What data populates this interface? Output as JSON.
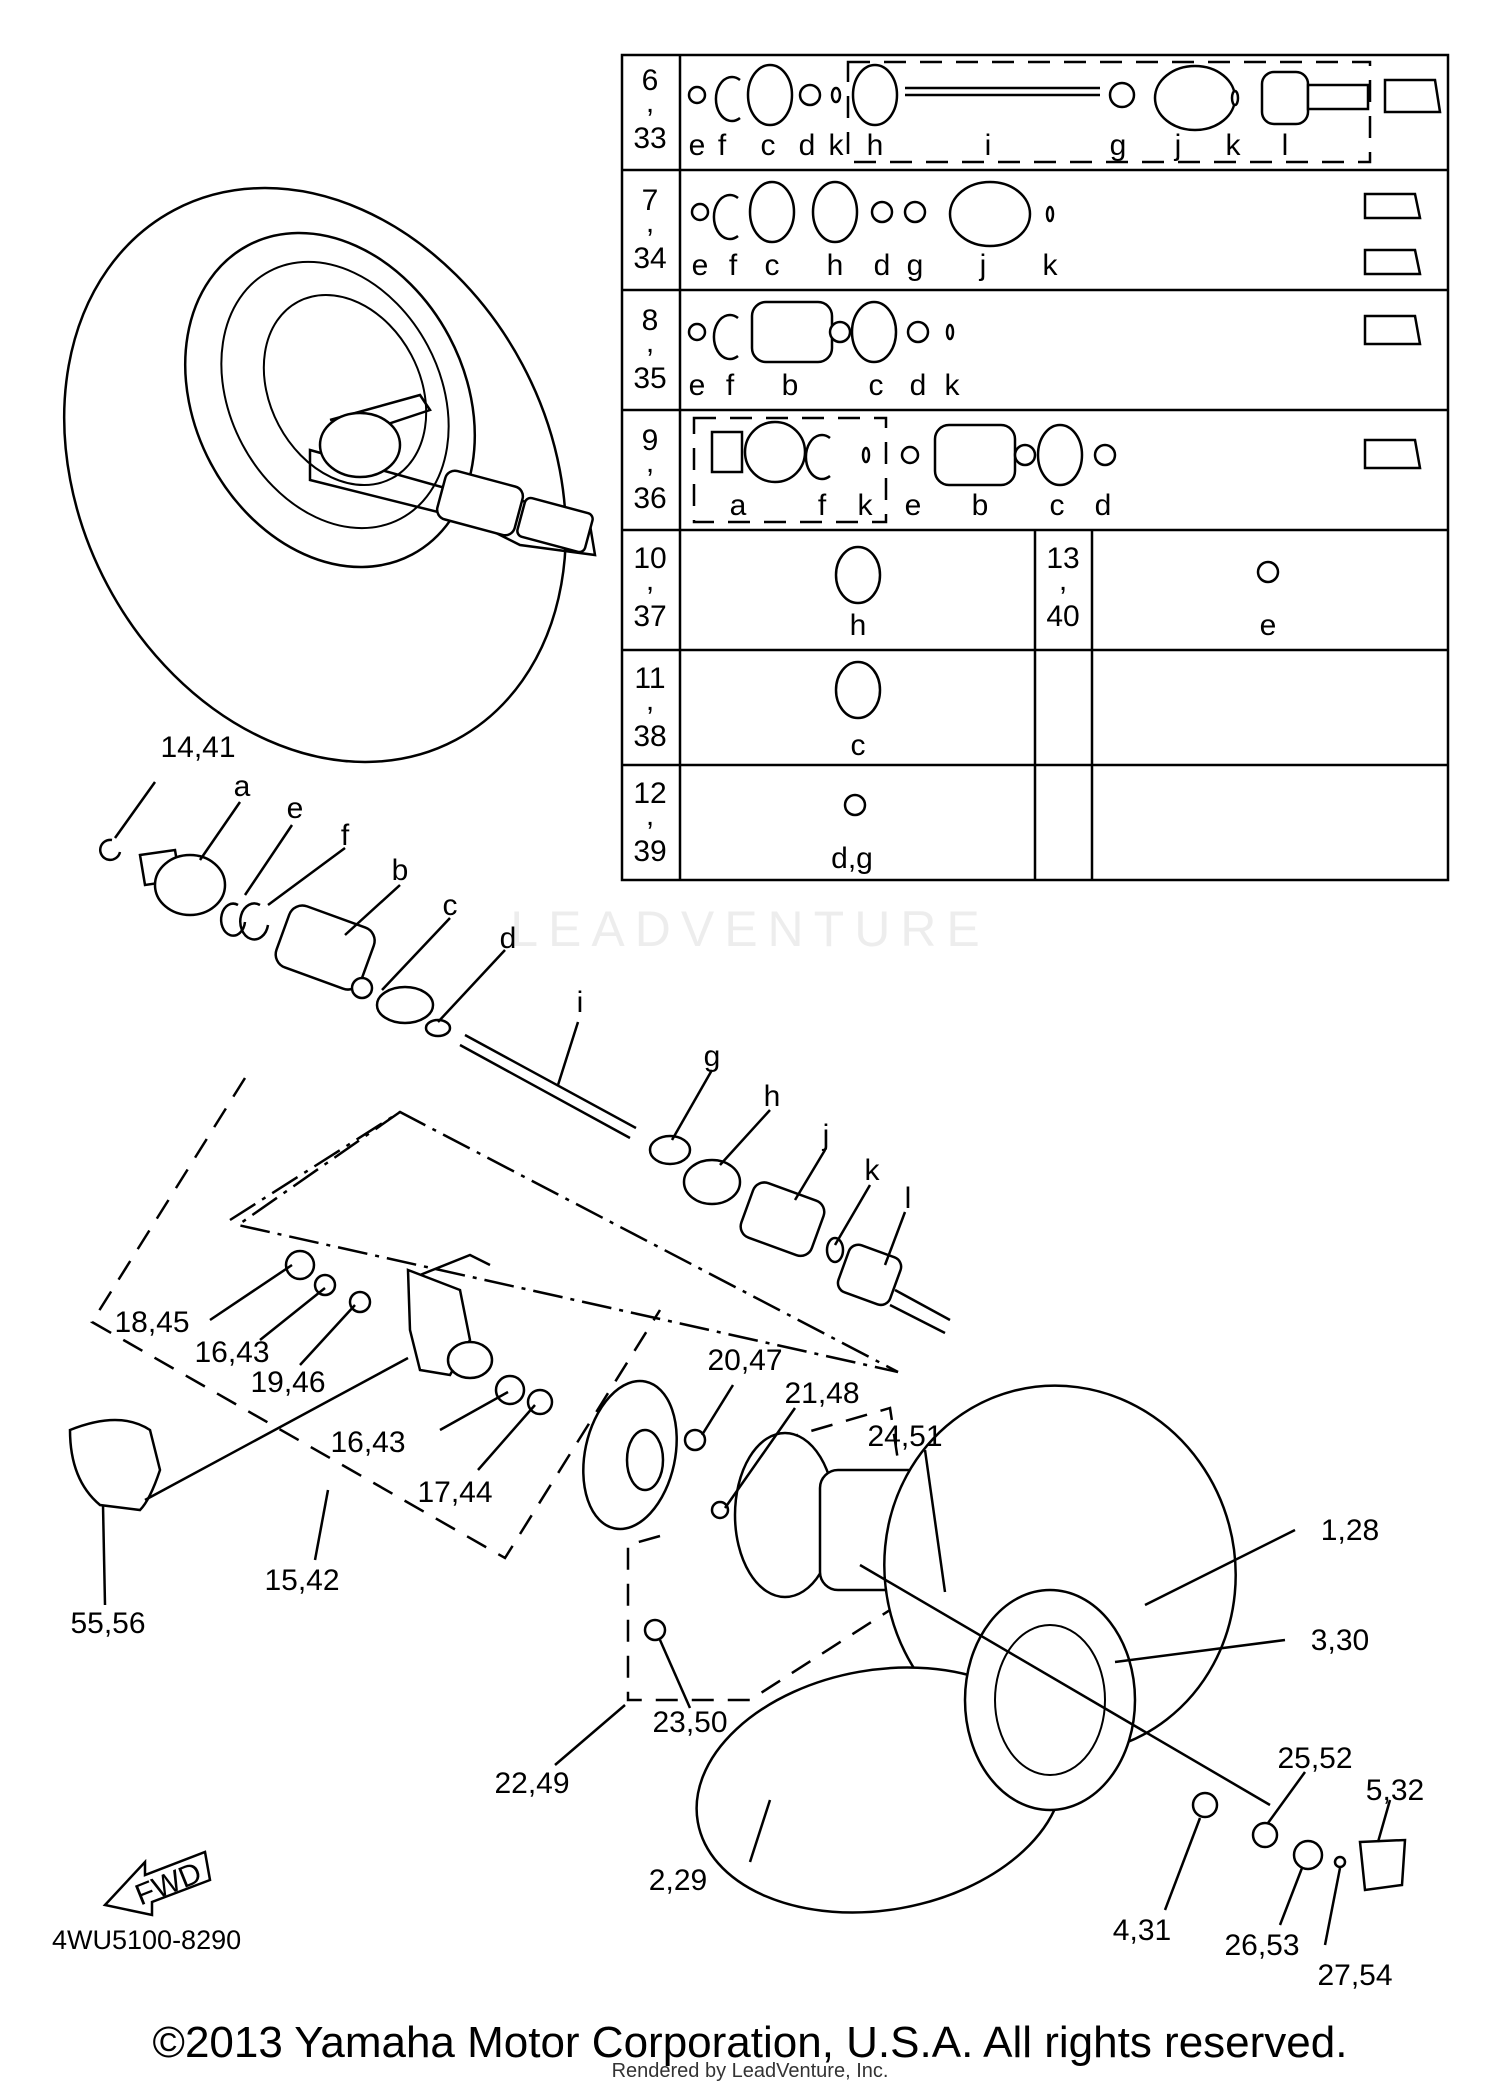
{
  "diagram_code": "4WU5100-8290",
  "copyright": "©2013 Yamaha Motor Corporation, U.S.A. All rights reserved.",
  "rendered_by": "Rendered by LeadVenture, Inc.",
  "watermark": "LEADVENTURE",
  "fwd_label": "FWD",
  "table": {
    "rows": [
      {
        "ref_top": "6",
        "ref_bottom": "33",
        "letters": [
          "e",
          "f",
          "c",
          "d",
          "k",
          "h",
          "i",
          "g",
          "j",
          "k",
          "l"
        ]
      },
      {
        "ref_top": "7",
        "ref_bottom": "34",
        "letters": [
          "e",
          "f",
          "c",
          "h",
          "d",
          "g",
          "j",
          "k"
        ]
      },
      {
        "ref_top": "8",
        "ref_bottom": "35",
        "letters": [
          "e",
          "f",
          "b",
          "c",
          "d",
          "k"
        ]
      },
      {
        "ref_top": "9",
        "ref_bottom": "36",
        "letters": [
          "a",
          "f",
          "k",
          "e",
          "b",
          "c",
          "d"
        ]
      },
      {
        "ref_top": "10",
        "ref_bottom": "37",
        "letters": [
          "h"
        ],
        "ref2_top": "13",
        "ref2_bottom": "40",
        "letters2": [
          "e"
        ]
      },
      {
        "ref_top": "11",
        "ref_bottom": "38",
        "letters": [
          "c"
        ]
      },
      {
        "ref_top": "12",
        "ref_bottom": "39",
        "letters": [
          "d,g"
        ]
      }
    ],
    "comma": ","
  },
  "callouts": {
    "c14_41": "14,41",
    "a": "a",
    "e": "e",
    "f": "f",
    "b": "b",
    "c": "c",
    "d": "d",
    "i": "i",
    "g": "g",
    "h": "h",
    "j": "j",
    "k": "k",
    "l": "l",
    "c18_45": "18,45",
    "c16_43a": "16,43",
    "c19_46": "19,46",
    "c16_43b": "16,43",
    "c17_44": "17,44",
    "c15_42": "15,42",
    "c55_56": "55,56",
    "c20_47": "20,47",
    "c21_48": "21,48",
    "c24_51": "24,51",
    "c1_28": "1,28",
    "c3_30": "3,30",
    "c23_50": "23,50",
    "c22_49": "22,49",
    "c25_52": "25,52",
    "c5_32": "5,32",
    "c2_29": "2,29",
    "c4_31": "4,31",
    "c26_53": "26,53",
    "c27_54": "27,54"
  }
}
